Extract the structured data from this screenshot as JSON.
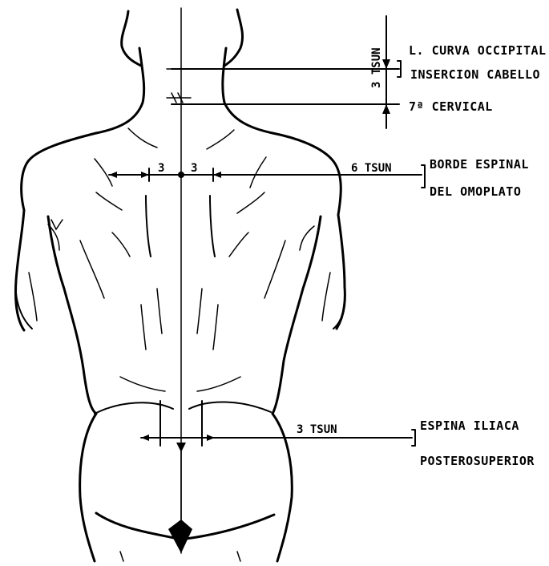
{
  "labels": {
    "occipital_line1": "L. CURVA OCCIPITAL",
    "occipital_line2": "INSERCION CABELLO",
    "cervical": "7ª CERVICAL",
    "scapula_line1": "BORDE ESPINAL",
    "scapula_line2": "DEL OMOPLATO",
    "iliac_line1": "ESPINA ILIACA",
    "iliac_line2": "POSTEROSUPERIOR"
  },
  "measurements": {
    "neck_vertical": "3 TSUN",
    "scapula_distance": "6 TSUN",
    "left_of_spine": "3",
    "right_of_spine": "3",
    "iliac_distance": "3 TSUN"
  }
}
